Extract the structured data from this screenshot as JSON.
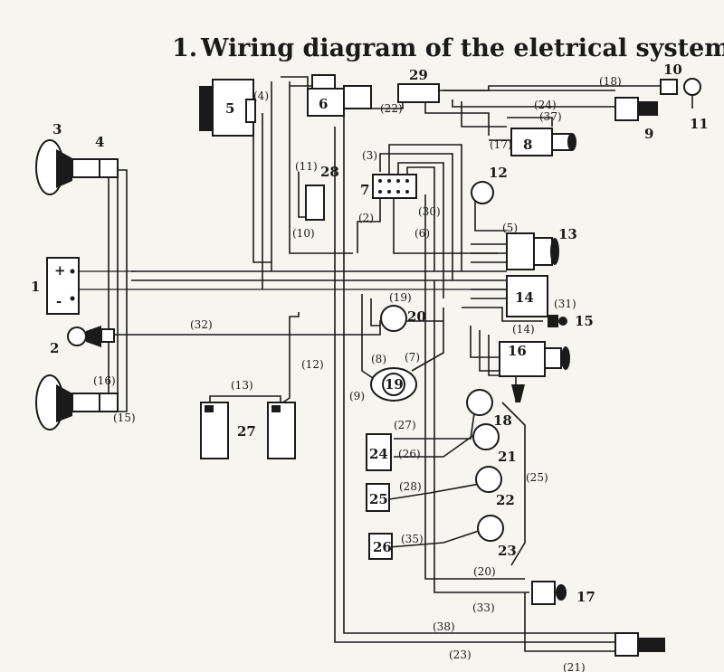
{
  "title": "Wiring diagram of the eletrical system",
  "title_index": "1.",
  "components": [
    "1",
    "2",
    "3",
    "4",
    "5",
    "6",
    "7",
    "8",
    "9",
    "10",
    "11",
    "12",
    "13",
    "14",
    "15",
    "16",
    "17",
    "18",
    "19",
    "20",
    "21",
    "22",
    "23",
    "24",
    "25",
    "26",
    "27",
    "28",
    "29"
  ],
  "wires": [
    "(2)",
    "(3)",
    "(4)",
    "(5)",
    "(6)",
    "(7)",
    "(8)",
    "(9)",
    "(10)",
    "(11)",
    "(12)",
    "(13)",
    "(14)",
    "(15)",
    "(16)",
    "(17)",
    "(18)",
    "(19)",
    "(20)",
    "(21)",
    "(22)",
    "(23)",
    "(24)",
    "(25)",
    "(26)",
    "(27)",
    "(28)",
    "(30)",
    "(31)",
    "(32)",
    "(33)",
    "(35)",
    "(37)",
    "(38)"
  ],
  "battery_signs": [
    "+",
    "-"
  ]
}
